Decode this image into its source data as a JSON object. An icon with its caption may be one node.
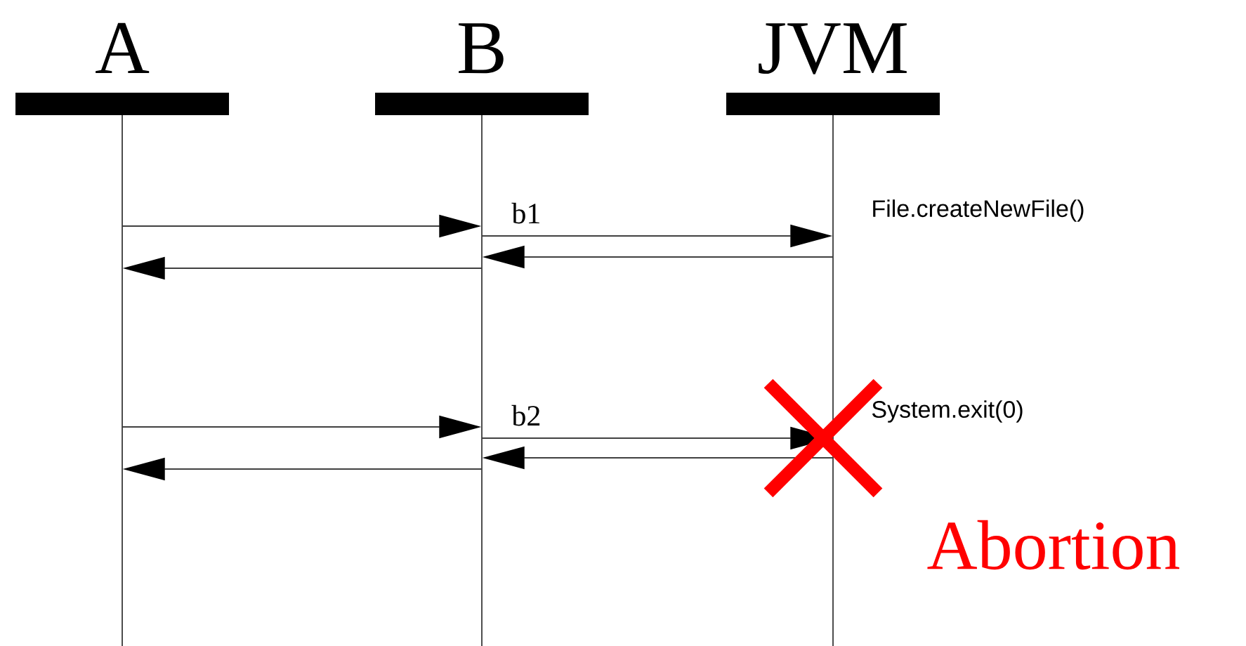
{
  "diagram": {
    "nodes": [
      {
        "text": [
          "A"
        ]
      },
      {
        "text": [
          "B"
        ]
      },
      {
        "text": [
          "JVM"
        ]
      },
      {
        "text": [],
        "shape": "bar"
      },
      {
        "text": [],
        "shape": "bar"
      },
      {
        "text": [],
        "shape": "bar"
      }
    ],
    "edges": [
      {
        "from": 3,
        "to": 4,
        "arrow": "to"
      },
      {
        "from": 4,
        "to": 3,
        "arrow": "to"
      },
      {
        "from": 4,
        "to": 5,
        "arrow": "to",
        "label": "b1"
      },
      {
        "from": 5,
        "to": 4,
        "arrow": "to"
      },
      {
        "from": 3,
        "to": 4,
        "arrow": "to"
      },
      {
        "from": 4,
        "to": 3,
        "arrow": "to"
      },
      {
        "from": 4,
        "to": 5,
        "arrow": "to",
        "label": "b2"
      },
      {
        "from": 5,
        "to": 4,
        "arrow": "to"
      }
    ],
    "labels": [
      "File.createNewFile()",
      "System.exit(0)",
      "Abortion"
    ]
  }
}
